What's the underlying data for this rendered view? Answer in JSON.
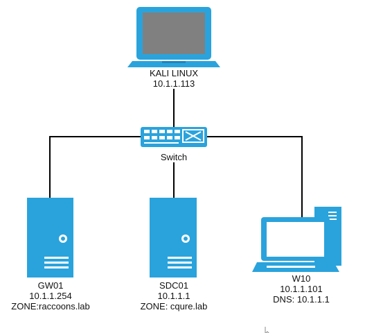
{
  "colors": {
    "device_blue": "#2aa3dc",
    "device_dark": "#1b86bd",
    "screen_gray": "#808080",
    "line": "#000000"
  },
  "nodes": {
    "kali": {
      "icon": "laptop-icon",
      "name": "KALI LINUX",
      "ip": "10.1.1.113"
    },
    "switch": {
      "icon": "network-switch-icon",
      "name": "Switch"
    },
    "gw01": {
      "icon": "server-tower-icon",
      "name": "GW01",
      "ip": "10.1.1.254",
      "zone": "ZONE:raccoons.lab"
    },
    "sdc01": {
      "icon": "server-tower-icon",
      "name": "SDC01",
      "ip": "10.1.1.1",
      "zone": "ZONE: cqure.lab"
    },
    "w10": {
      "icon": "workstation-icon",
      "name": "W10",
      "ip": "10.1.1.101",
      "dns": "DNS: 10.1.1.1"
    }
  },
  "links": [
    {
      "from": "kali",
      "to": "switch"
    },
    {
      "from": "switch",
      "to": "gw01"
    },
    {
      "from": "switch",
      "to": "sdc01"
    },
    {
      "from": "switch",
      "to": "w10"
    }
  ]
}
